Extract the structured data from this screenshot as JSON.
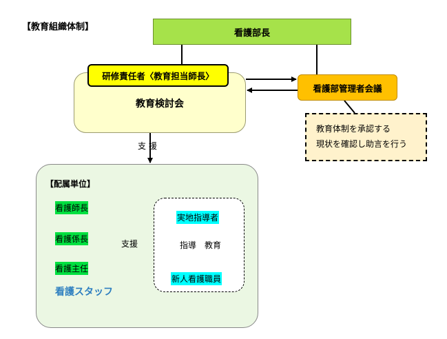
{
  "title": "【教育組織体制】",
  "nodes": {
    "head_nurse": "看護部長",
    "training_officer": "研修責任者〈教育担当師長〉",
    "education_committee": "教育検討会",
    "management_meeting": "看護部管理者会議",
    "note_lines": [
      "教育体制を承認する",
      "現状を確認し助言を行う"
    ],
    "support": "支援",
    "department": {
      "title": "【配属単位】",
      "roles": [
        "看護師長",
        "看護係長",
        "看護主任"
      ],
      "staff": "看護スタッフ",
      "arrow_label": "支援",
      "instructor": "実地指導者",
      "instruct": "指導",
      "educate": "教育",
      "new_nurse": "新人看護職員"
    }
  },
  "colors": {
    "head": "#a6e24a",
    "committee": "#ffffcc",
    "training": "#ffff00",
    "management": "#ffc000",
    "note": "#fff2cc",
    "department": "#ebf7e3",
    "role_highlight": "#00e040",
    "cyan_highlight": "#00ffff",
    "staff_text": "#2e7fc0"
  }
}
